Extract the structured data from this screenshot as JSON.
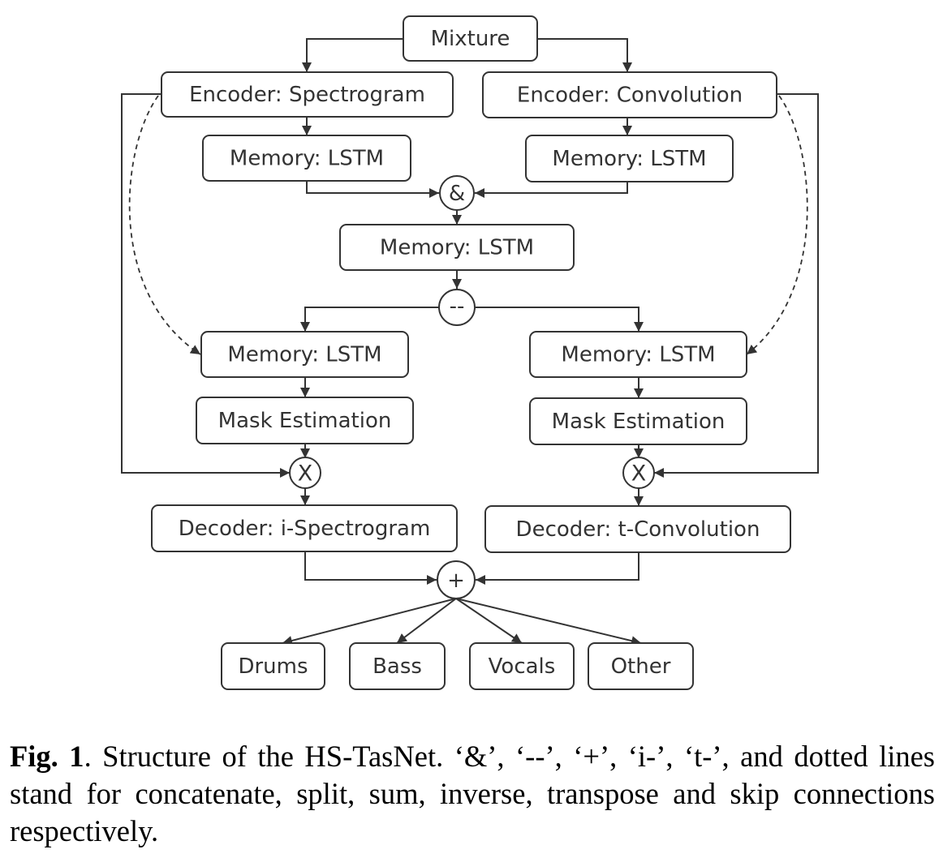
{
  "diagram": {
    "nodes": {
      "mixture": "Mixture",
      "encoder_spectrogram": "Encoder: Spectrogram",
      "encoder_convolution": "Encoder: Convolution",
      "memory_lstm_left_top": "Memory: LSTM",
      "memory_lstm_right_top": "Memory: LSTM",
      "memory_lstm_shared": "Memory: LSTM",
      "memory_lstm_left_bottom": "Memory: LSTM",
      "memory_lstm_right_bottom": "Memory: LSTM",
      "mask_estimation_left": "Mask Estimation",
      "mask_estimation_right": "Mask Estimation",
      "decoder_i_spectrogram": "Decoder: i-Spectrogram",
      "decoder_t_convolution": "Decoder: t-Convolution",
      "output_drums": "Drums",
      "output_bass": "Bass",
      "output_vocals": "Vocals",
      "output_other": "Other"
    },
    "operators": {
      "concatenate": "&",
      "split": "--",
      "multiply_left": "X",
      "multiply_right": "X",
      "sum": "+"
    }
  },
  "caption": {
    "label": "Fig. 1",
    "text": ".  Structure of the HS-TasNet. ‘&’, ‘--’, ‘+’, ‘i-’, ‘t-’, and dotted lines stand for concatenate, split, sum, inverse, transpose and skip connections respectively."
  }
}
